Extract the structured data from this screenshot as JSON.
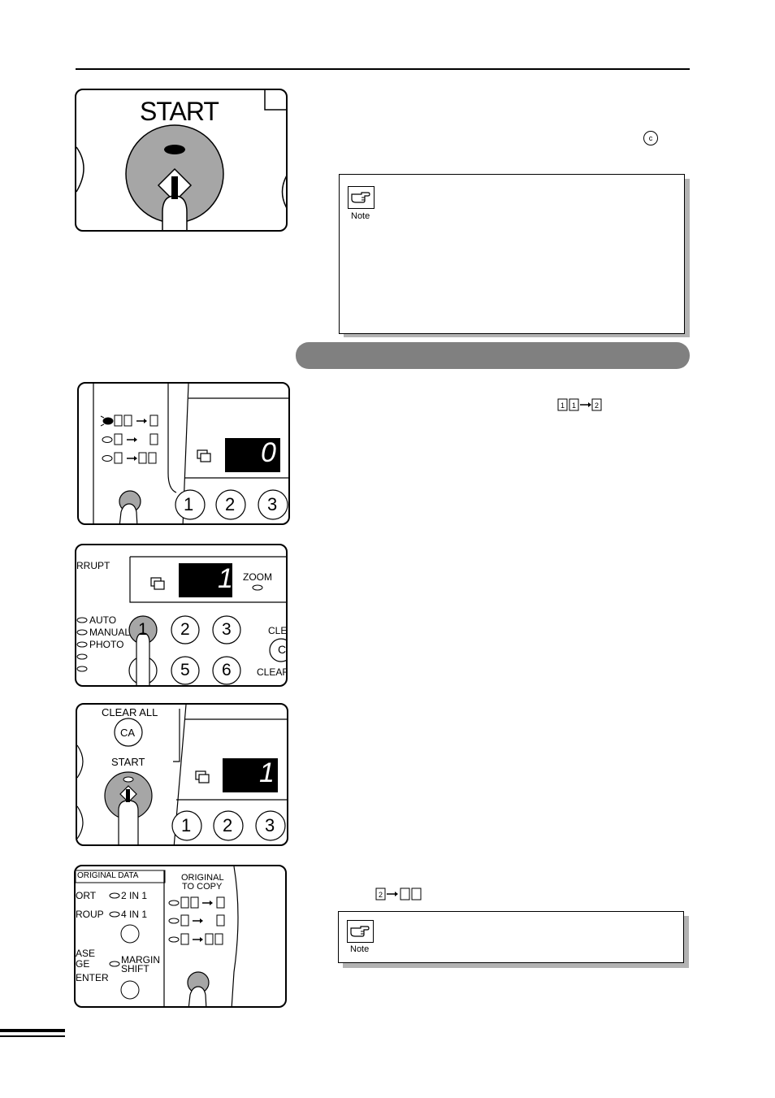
{
  "figure1": {
    "start_label": "START"
  },
  "note1": {
    "label": "Note"
  },
  "inline_icon_c": "c",
  "figure2": {
    "display_value": "0",
    "keys": [
      "1",
      "2",
      "3"
    ]
  },
  "figure3": {
    "interrupt_label": "RRUPT",
    "zoom_label": "ZOOM",
    "display_value": "1",
    "exposure_items": [
      "AUTO",
      "MANUAL",
      "PHOTO"
    ],
    "keys": [
      "1",
      "2",
      "3",
      "5",
      "6"
    ],
    "clear_top": "CLE",
    "clear_key": "C",
    "clear_bottom": "CLEAR"
  },
  "figure4": {
    "clear_all_label": "CLEAR ALL",
    "ca_key": "CA",
    "start_label": "START",
    "display_value": "1",
    "keys": [
      "1",
      "2",
      "3"
    ]
  },
  "figure5": {
    "original_data_label": "ORIGINAL DATA",
    "left_items": [
      "ORT",
      "ROUP",
      "ASE",
      "GE",
      "ENTER"
    ],
    "two_in_one": "2 IN 1",
    "four_in_one": "4 IN 1",
    "margin_label": "MARGIN",
    "shift_label": "SHIFT",
    "original_to_copy_1": "ORIGINAL",
    "original_to_copy_2": "TO COPY"
  },
  "note2": {
    "label": "Note"
  },
  "colors": {
    "section_bar": "#808080",
    "button_gray": "#a6a6a6",
    "display_bg": "#000000"
  }
}
